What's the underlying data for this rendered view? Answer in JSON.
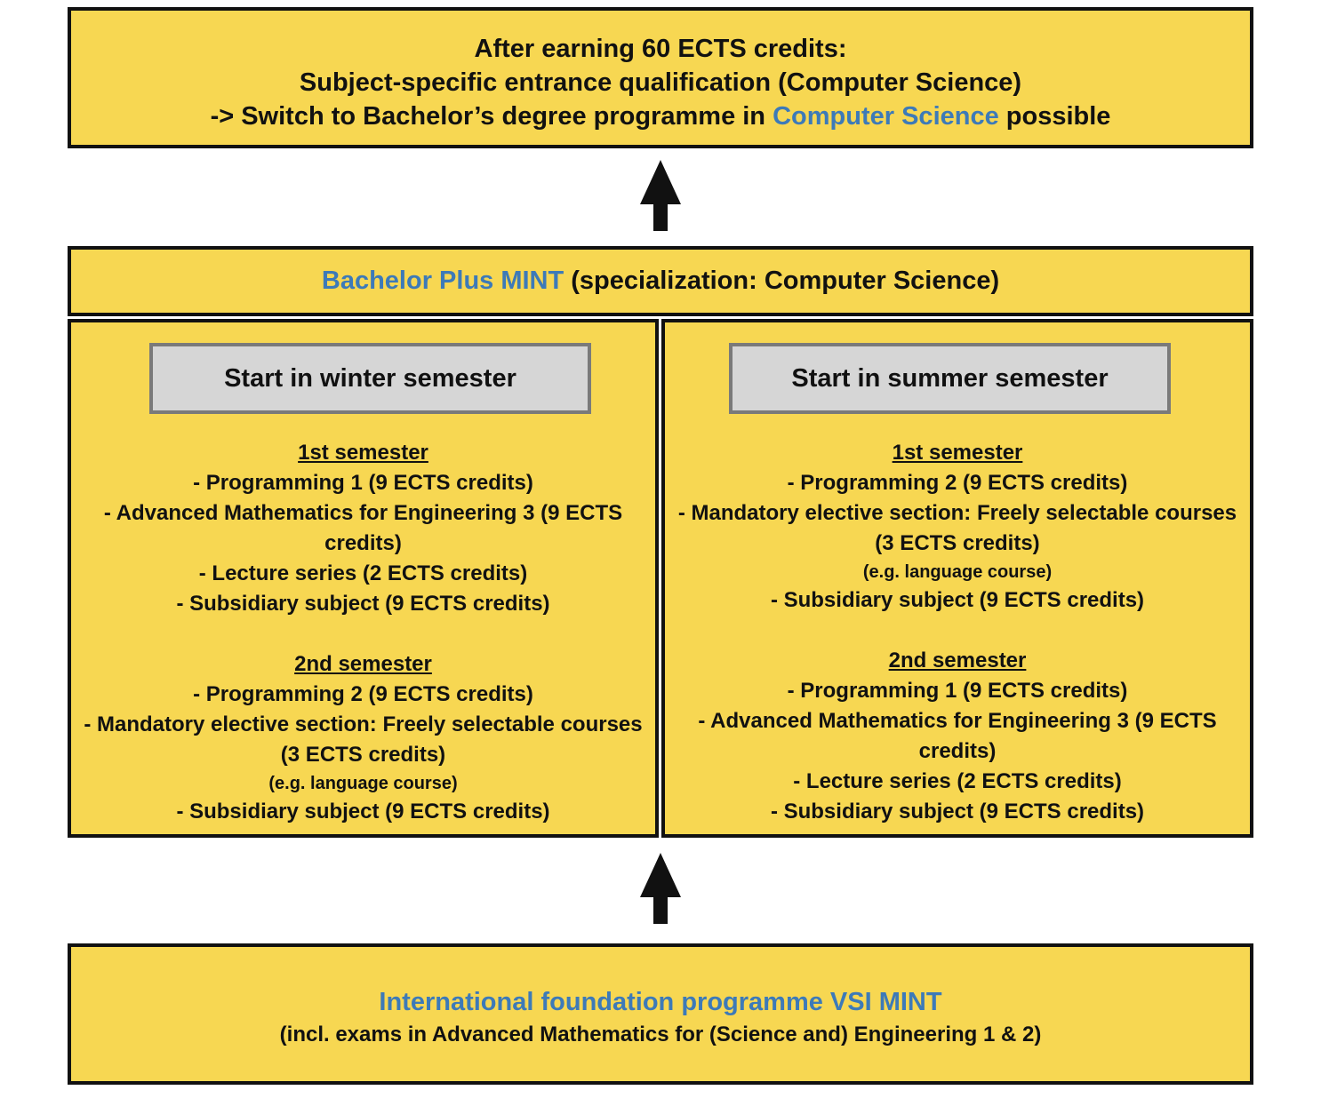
{
  "top_box": {
    "line1": "After earning 60 ECTS credits:",
    "line2": "Subject-specific entrance qualification (Computer Science)",
    "line3_prefix": "-> Switch to Bachelor’s degree programme in ",
    "line3_highlight": "Computer Science",
    "line3_suffix": " possible"
  },
  "program": {
    "name": "Bachelor Plus MINT",
    "specialization": " (specialization: Computer Science)"
  },
  "winter": {
    "start_label": "Start in winter semester",
    "sem1": {
      "title": "1st semester",
      "items": [
        "- Programming 1 (9 ECTS credits)",
        "- Advanced Mathematics for Engineering 3 (9 ECTS credits)",
        "- Lecture series (2 ECTS credits)",
        "- Subsidiary subject (9 ECTS credits)"
      ]
    },
    "sem2": {
      "title": "2nd semester",
      "item1": "- Programming 2 (9 ECTS credits)",
      "item2": "- Mandatory elective section: Freely selectable courses (3 ECTS credits)",
      "note": "(e.g. language course)",
      "item3": "- Subsidiary subject (9 ECTS credits)"
    }
  },
  "summer": {
    "start_label": "Start in summer semester",
    "sem1": {
      "title": "1st semester",
      "item1": "- Programming 2 (9 ECTS credits)",
      "item2": "- Mandatory elective section: Freely selectable courses (3 ECTS credits)",
      "note": "(e.g. language course)",
      "item3": "- Subsidiary subject (9 ECTS credits)"
    },
    "sem2": {
      "title": "2nd semester",
      "items": [
        "- Programming 1 (9 ECTS credits)",
        "- Advanced Mathematics for Engineering 3 (9 ECTS credits)",
        "- Lecture series (2 ECTS credits)",
        "- Subsidiary subject (9 ECTS credits)"
      ]
    }
  },
  "bottom_box": {
    "title": "International foundation programme VSI MINT",
    "subtitle": "(incl. exams in Advanced Mathematics for (Science and) Engineering 1 & 2)"
  },
  "colors": {
    "box_fill": "#f7d752",
    "highlight_blue": "#3d7ab8",
    "button_fill": "#d6d6d6",
    "border": "#111111"
  }
}
